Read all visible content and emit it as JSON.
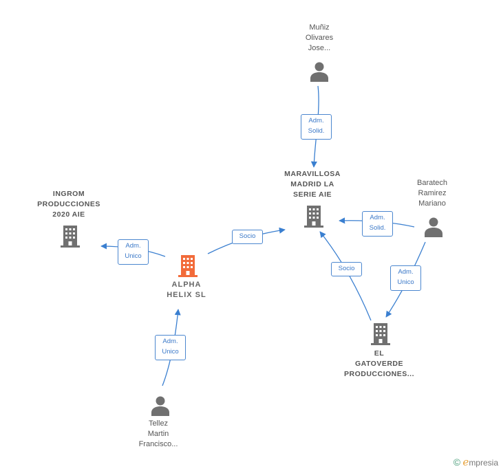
{
  "colors": {
    "edge": "#3a7fd0",
    "company": "#707070",
    "focus": "#f26b3a",
    "person": "#707070"
  },
  "nodes": {
    "munoz": {
      "type": "person",
      "icon": "person-icon",
      "lines": [
        "Muñiz",
        "Olivares",
        "Jose..."
      ]
    },
    "maravillosa": {
      "type": "company",
      "icon": "building-icon",
      "lines": [
        "MARAVILLOSA",
        "MADRID LA",
        "SERIE AIE"
      ]
    },
    "baratech": {
      "type": "person",
      "icon": "person-icon",
      "lines": [
        "Baratech",
        "Ramirez",
        "Mariano"
      ]
    },
    "ingrom": {
      "type": "company",
      "icon": "building-icon",
      "lines": [
        "INGROM",
        "PRODUCCIONES",
        "2020 AIE"
      ]
    },
    "alpha": {
      "type": "focus-company",
      "icon": "building-icon",
      "lines": [
        "ALPHA",
        "HELIX SL"
      ]
    },
    "gatoverde": {
      "type": "company",
      "icon": "building-icon",
      "lines": [
        "EL",
        "GATOVERDE",
        "PRODUCCIONES..."
      ]
    },
    "tellez": {
      "type": "person",
      "icon": "person-icon",
      "lines": [
        "Tellez",
        "Martin",
        "Francisco..."
      ]
    }
  },
  "edges": {
    "munoz_maravillosa": {
      "lines": [
        "Adm.",
        "Solid."
      ]
    },
    "baratech_maravillosa": {
      "lines": [
        "Adm.",
        "Solid."
      ]
    },
    "baratech_gatoverde": {
      "lines": [
        "Adm.",
        "Unico"
      ]
    },
    "gatoverde_maravillosa": {
      "lines": [
        "Socio"
      ]
    },
    "alpha_maravillosa": {
      "lines": [
        "Socio"
      ]
    },
    "alpha_ingrom": {
      "lines": [
        "Adm.",
        "Unico"
      ]
    },
    "tellez_alpha": {
      "lines": [
        "Adm.",
        "Unico"
      ]
    }
  },
  "brand": {
    "symbol": "©",
    "initial": "e",
    "rest": "mpresia"
  }
}
